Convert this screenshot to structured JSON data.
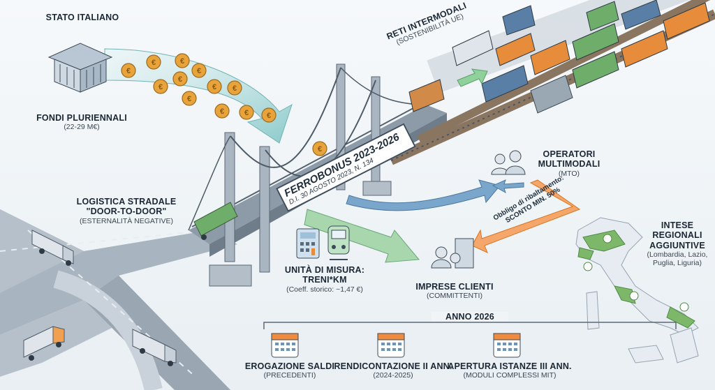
{
  "state": {
    "title": "STATO ITALIANO"
  },
  "funds": {
    "title": "FONDI PLURIENNALI",
    "amount": "(22-29 M€)"
  },
  "networks": {
    "title": "RETI INTERMODALI",
    "subtitle": "(SOSTENIBILITÀ UE)"
  },
  "road": {
    "title_line1": "LOGISTICA STRADALE",
    "title_line2": "\"DOOR-TO-DOOR\"",
    "subtitle": "(ESTERNALITÀ NEGATIVE)"
  },
  "bridge": {
    "title": "FERROBONUS 2023-2026",
    "decree": "D.I. 30 AGOSTO 2023, N. 134"
  },
  "operators": {
    "title_line1": "OPERATORI",
    "title_line2": "MULTIMODALI",
    "subtitle": "(MTO)"
  },
  "obligation": {
    "line1": "Obbligo di ribaltamento:",
    "line2": "SCONTO MIN. 50%"
  },
  "unit": {
    "title_line1": "UNITÀ DI MISURA:",
    "title_line2": "TRENI*KM",
    "coef": "(Coeff. storico: ~1,47 €)"
  },
  "clients": {
    "title": "IMPRESE CLIENTI",
    "subtitle": "(COMMITTENTI)"
  },
  "regions": {
    "title_line1": "INTESE",
    "title_line2": "REGIONALI",
    "title_line3": "AGGIUNTIVE",
    "list_line1": "(Lombardia, Lazio,",
    "list_line2": "Puglia, Liguria)"
  },
  "year": {
    "title": "ANNO 2026"
  },
  "milestones": [
    {
      "title": "EROGAZIONE SALDI",
      "subtitle": "(PRECEDENTI)"
    },
    {
      "title": "RENDICONTAZIONE II ANN.",
      "subtitle": "(2024-2025)"
    },
    {
      "title": "APERTURA ISTANZE III ANN.",
      "subtitle": "(MODULI COMPLESSI MIT)"
    }
  ],
  "colors": {
    "road": "#9aa7b3",
    "bridge": "#7f8e9c",
    "coin": "#e8a33a",
    "green_arrow": "#7fbf8a",
    "blue_arrow": "#5b8fb8",
    "orange_arrow": "#f08a3c",
    "teal_arrow": "#b7dfe0",
    "region_green": "#7db86a"
  },
  "icons": [
    "bank-icon",
    "euro-coin-icon",
    "truck-icon",
    "train-icon",
    "calculator-icon",
    "operator-people-icon",
    "client-building-icon",
    "calendar-icon",
    "italy-map"
  ]
}
